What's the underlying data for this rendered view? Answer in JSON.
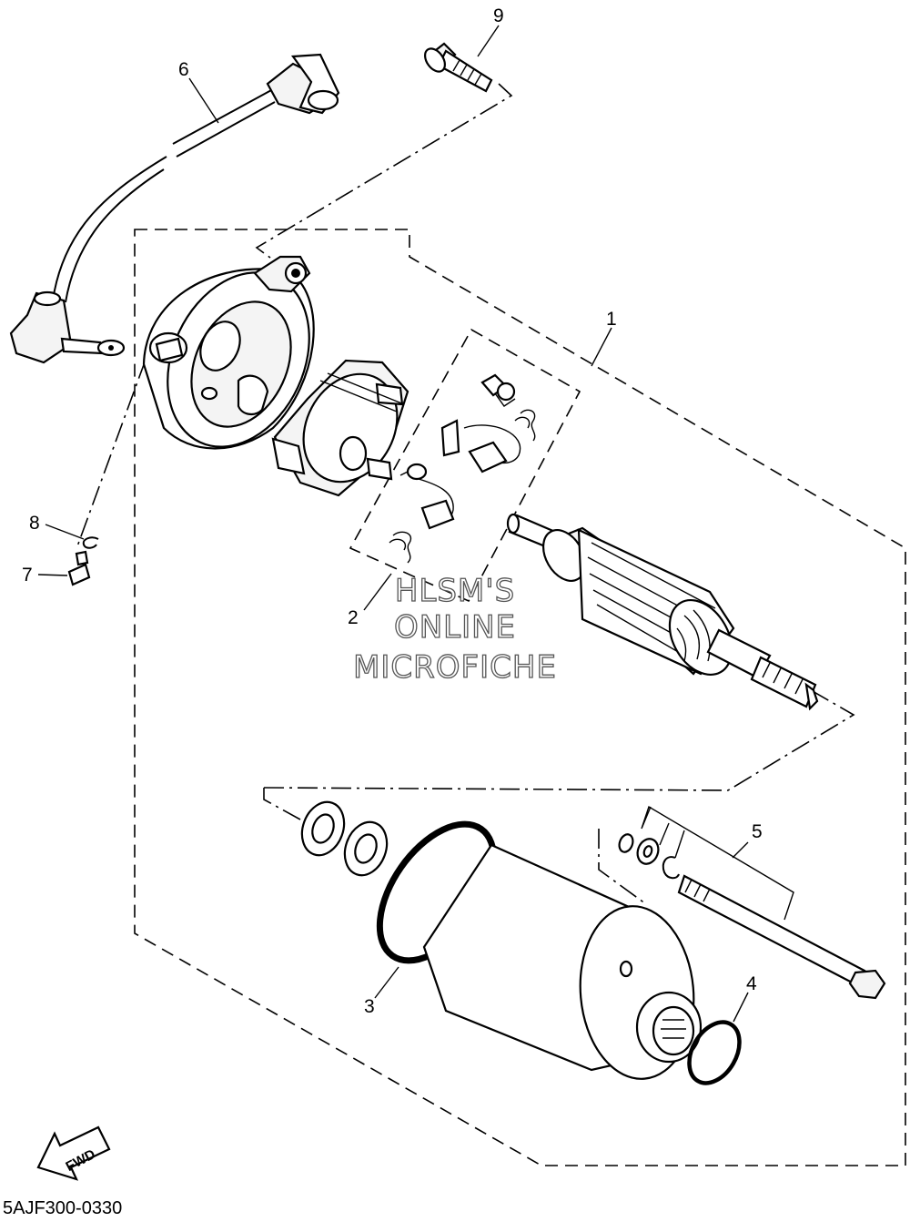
{
  "diagram": {
    "callouts": [
      {
        "id": "callout-1",
        "label": "1"
      },
      {
        "id": "callout-2",
        "label": "2"
      },
      {
        "id": "callout-3",
        "label": "3"
      },
      {
        "id": "callout-4",
        "label": "4"
      },
      {
        "id": "callout-5",
        "label": "5"
      },
      {
        "id": "callout-6",
        "label": "6"
      },
      {
        "id": "callout-7",
        "label": "7"
      },
      {
        "id": "callout-8",
        "label": "8"
      },
      {
        "id": "callout-9",
        "label": "9"
      }
    ],
    "watermark": [
      "HLSM'S",
      "ONLINE",
      "MICROFICHE"
    ],
    "fwd_label": "FWD",
    "drawing_code": "5AJF300-0330"
  }
}
